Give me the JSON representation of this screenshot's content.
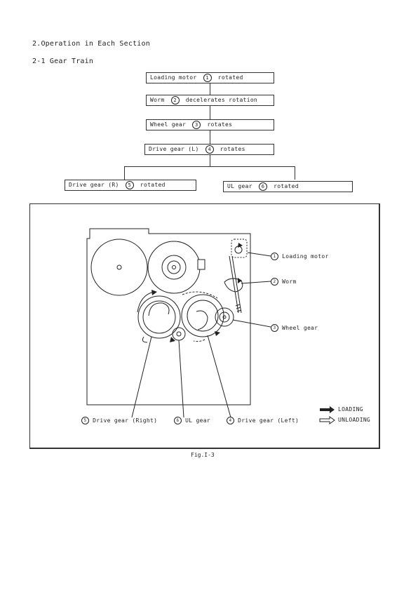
{
  "section": {
    "title": "2.Operation in Each Section",
    "subtitle": "2-1 Gear Train"
  },
  "flow": {
    "box1": {
      "text_a": "Loading motor",
      "num": "1",
      "text_b": "rotated"
    },
    "box2": {
      "text_a": "Worm",
      "num": "2",
      "text_b": "decelerates rotation"
    },
    "box3": {
      "text_a": "Wheel gear",
      "num": "3",
      "text_b": "rotates"
    },
    "box4": {
      "text_a": "Drive gear (L)",
      "num": "4",
      "text_b": "rotates"
    },
    "box5": {
      "text_a": "Drive gear (R)",
      "num": "5",
      "text_b": "rotated"
    },
    "box6": {
      "text_a": "UL gear",
      "num": "6",
      "text_b": "rotated"
    }
  },
  "figure": {
    "labels": {
      "loading_motor": "Loading motor",
      "worm": "Worm",
      "wheel_gear": "Wheel gear",
      "drive_gear_right": "Drive gear (Right)",
      "ul_gear": "UL gear",
      "drive_gear_left": "Drive gear (Left)"
    },
    "numbers": {
      "loading_motor": "1",
      "worm": "2",
      "wheel_gear": "3",
      "drive_gear_left": "4",
      "drive_gear_right": "5",
      "ul_gear": "6"
    },
    "legend": {
      "loading": "LOADING",
      "unloading": "UNLOADING"
    },
    "caption": "Fig.I-3"
  }
}
